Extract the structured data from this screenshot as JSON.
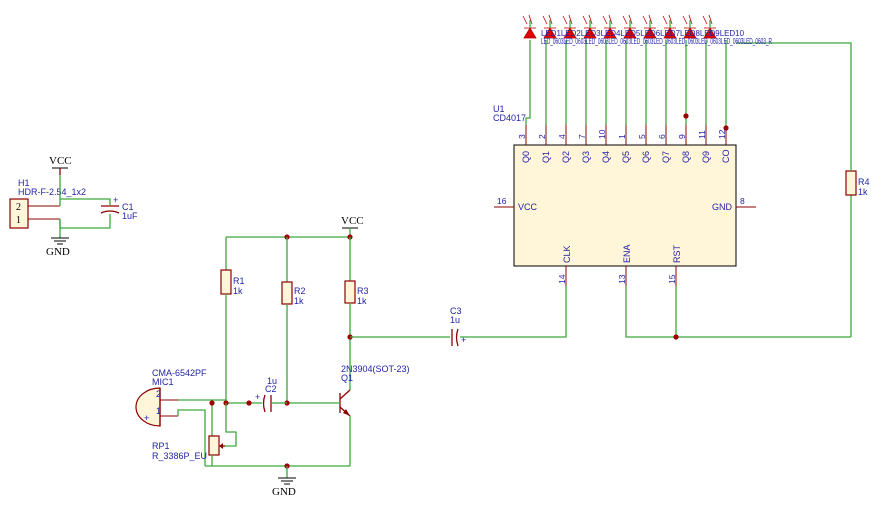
{
  "schematic": {
    "power": {
      "vcc_label": "VCC",
      "gnd_label": "GND"
    },
    "header": {
      "ref": "H1",
      "value": "HDR-F-2.54_1x2",
      "pin2": "2",
      "pin1": "1"
    },
    "c1": {
      "ref": "C1",
      "value": "1uF"
    },
    "c2": {
      "ref": "C2",
      "value": "1u"
    },
    "c3": {
      "ref": "C3",
      "value": "1u"
    },
    "r1": {
      "ref": "R1",
      "value": "1k"
    },
    "r2": {
      "ref": "R2",
      "value": "1k"
    },
    "r3": {
      "ref": "R3",
      "value": "1k"
    },
    "r4": {
      "ref": "R4",
      "value": "1k"
    },
    "transistor": {
      "ref": "Q1",
      "value": "2N3904(SOT-23)"
    },
    "mic": {
      "ref": "MIC1",
      "value": "CMA-6542PF",
      "pin2": "2",
      "pin1": "1"
    },
    "pot": {
      "ref": "RP1",
      "value": "R_3386P_EU"
    },
    "ic": {
      "ref": "U1",
      "value": "CD4017",
      "top_pins": [
        {
          "num": "3",
          "name": "Q0"
        },
        {
          "num": "2",
          "name": "Q1"
        },
        {
          "num": "4",
          "name": "Q2"
        },
        {
          "num": "7",
          "name": "Q3"
        },
        {
          "num": "10",
          "name": "Q4"
        },
        {
          "num": "1",
          "name": "Q5"
        },
        {
          "num": "5",
          "name": "Q6"
        },
        {
          "num": "6",
          "name": "Q7"
        },
        {
          "num": "9",
          "name": "Q8"
        },
        {
          "num": "11",
          "name": "Q9"
        },
        {
          "num": "12",
          "name": "CO"
        }
      ],
      "vcc_pin": {
        "num": "16",
        "name": "VCC"
      },
      "gnd_pin": {
        "num": "8",
        "name": "GND"
      },
      "clk_pin": {
        "num": "14",
        "name": "CLK"
      },
      "ena_pin": {
        "num": "13",
        "name": "ENA"
      },
      "rst_pin": {
        "num": "15",
        "name": "RST"
      }
    },
    "leds": {
      "overlap_label": "LED1LED2LED3LED4LED5LED6LED7LED8LED9LED10",
      "overlap_value": "LED_0603LED_0603LED_0603LED_0603LED_0603LED_0603LED_0603LED_0603LED_0603LED_0603_R"
    }
  }
}
